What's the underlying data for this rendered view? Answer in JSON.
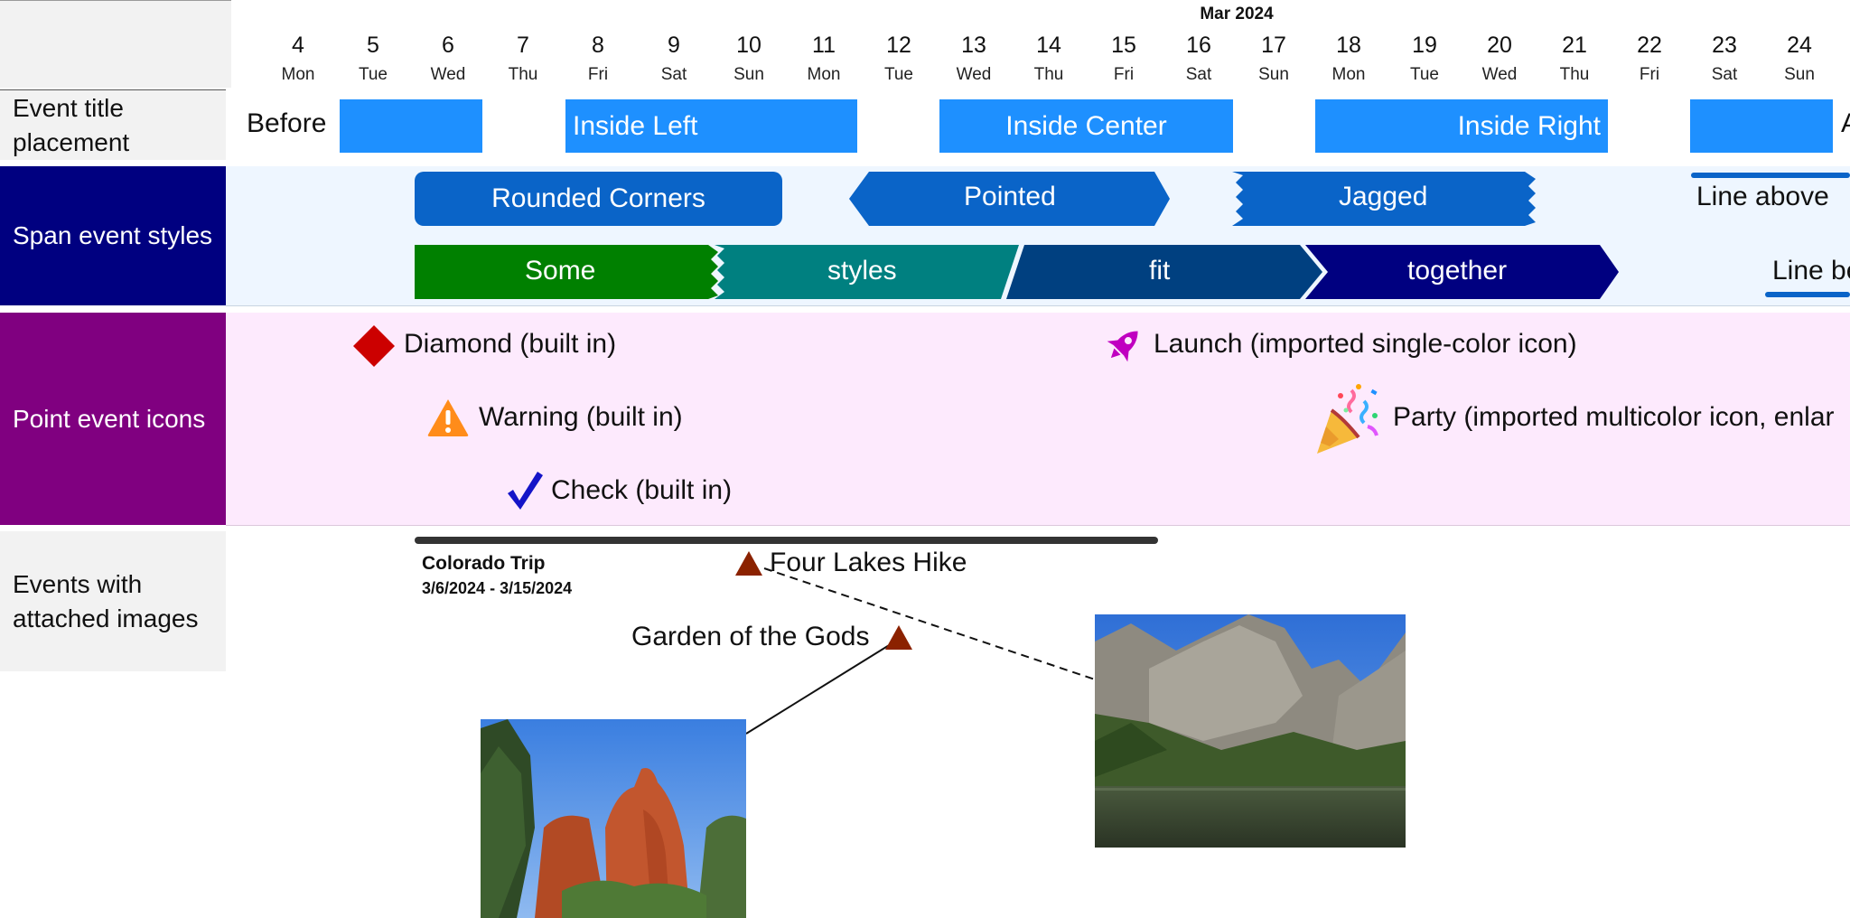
{
  "header": {
    "month": "Mar 2024",
    "days": [
      {
        "num": "4",
        "name": "Mon"
      },
      {
        "num": "5",
        "name": "Tue"
      },
      {
        "num": "6",
        "name": "Wed"
      },
      {
        "num": "7",
        "name": "Thu"
      },
      {
        "num": "8",
        "name": "Fri"
      },
      {
        "num": "9",
        "name": "Sat"
      },
      {
        "num": "10",
        "name": "Sun"
      },
      {
        "num": "11",
        "name": "Mon"
      },
      {
        "num": "12",
        "name": "Tue"
      },
      {
        "num": "13",
        "name": "Wed"
      },
      {
        "num": "14",
        "name": "Thu"
      },
      {
        "num": "15",
        "name": "Fri"
      },
      {
        "num": "16",
        "name": "Sat"
      },
      {
        "num": "17",
        "name": "Sun"
      },
      {
        "num": "18",
        "name": "Mon"
      },
      {
        "num": "19",
        "name": "Tue"
      },
      {
        "num": "20",
        "name": "Wed"
      },
      {
        "num": "21",
        "name": "Thu"
      },
      {
        "num": "22",
        "name": "Fri"
      },
      {
        "num": "23",
        "name": "Sat"
      },
      {
        "num": "24",
        "name": "Sun"
      }
    ]
  },
  "rows": {
    "placement": {
      "label": "Event title placement",
      "events": {
        "before": "Before",
        "inside_left": "Inside Left",
        "inside_center": "Inside Center",
        "inside_right": "Inside Right",
        "after_partial": "A"
      }
    },
    "span_styles": {
      "label": "Span event styles",
      "events": {
        "rounded": "Rounded Corners",
        "pointed": "Pointed",
        "jagged": "Jagged",
        "line_above": "Line above",
        "some": "Some",
        "styles": "styles",
        "fit": "fit",
        "together": "together",
        "line_below": "Line be"
      }
    },
    "point_icons": {
      "label": "Point event icons",
      "events": {
        "diamond": "Diamond (built in)",
        "warning": "Warning (built in)",
        "check": "Check (built in)",
        "launch": "Launch (imported single-color icon)",
        "party": "Party (imported multicolor icon, enlar"
      }
    },
    "images": {
      "label": "Events with attached images",
      "events": {
        "trip_title": "Colorado Trip",
        "trip_dates": "3/6/2024 - 3/15/2024",
        "four_lakes": "Four Lakes Hike",
        "garden": "Garden of the Gods"
      }
    }
  },
  "colors": {
    "placement_label_bg": "#f2f2f2",
    "span_label_bg": "#000080",
    "span_row_bg": "#eef6ff",
    "icons_label_bg": "#800080",
    "icons_row_bg": "#fdeafd",
    "bar_blue": "#1e90ff",
    "span_blue": "#0a64c8",
    "green": "#008000",
    "teal": "#008080",
    "dark_blue": "#004080",
    "navy": "#000080",
    "diamond_red": "#cc0000",
    "warning_orange": "#ff8c1a",
    "check_blue": "#1414c8",
    "launch_magenta": "#c000c0",
    "hike_marker": "#8b2200"
  },
  "icons": [
    "diamond-icon",
    "warning-icon",
    "check-icon",
    "rocket-icon",
    "party-popper-icon",
    "triangle-marker-icon"
  ]
}
